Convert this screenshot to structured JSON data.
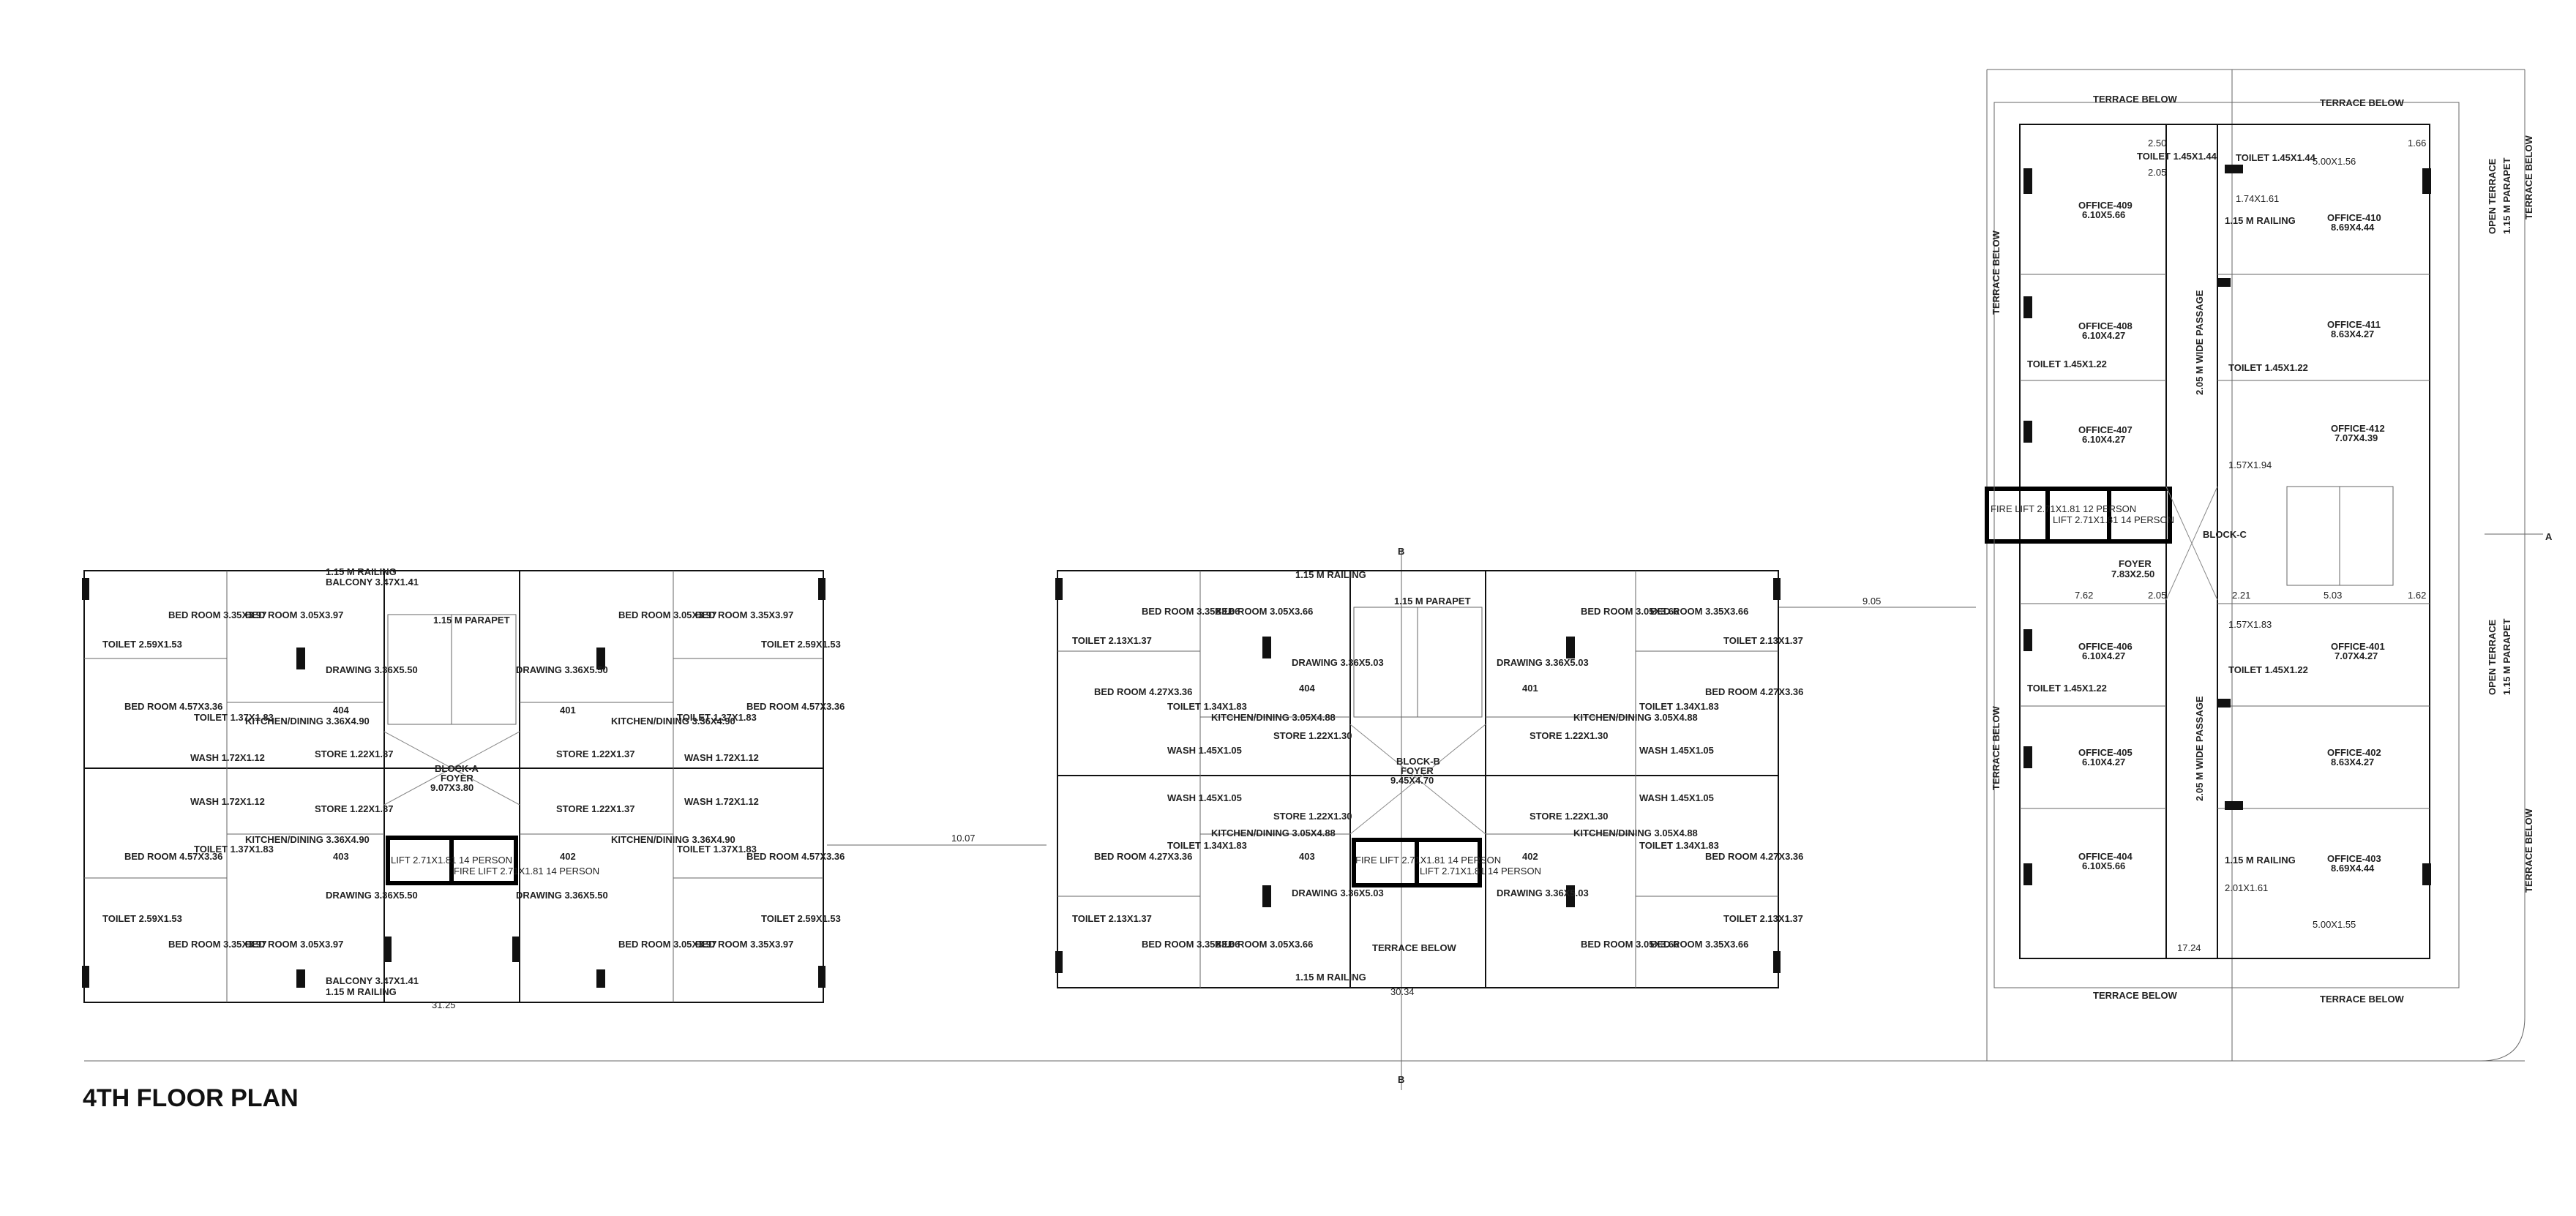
{
  "page_title": "4TH FLOOR PLAN",
  "section_marker": "B",
  "axis_marker": "A",
  "dimensions": {
    "between_blocks_ab": "10.07",
    "between_blocks_bc": "9.05",
    "block_a_width": "31.25",
    "block_b_width": "30.34",
    "block_c_width": "17.24"
  },
  "block_a": {
    "label": "BLOCK-A",
    "foyer": "FOYER",
    "foyer_size": "9.07X3.80",
    "parapet": "1.15 M PARAPET",
    "railing_top": "1.15 M RAILING",
    "railing_bottom": "1.15 M RAILING",
    "balcony_top": "BALCONY 3.47X1.41",
    "balcony_bottom": "BALCONY 3.47X1.41",
    "lift": "LIFT 2.71X1.81 14 PERSON",
    "fire_lift": "FIRE LIFT 2.71X1.81 14 PERSON",
    "units": [
      {
        "no": "404",
        "bed1": "BED ROOM 3.35X3.97",
        "bed2": "BED ROOM 3.05X3.97",
        "bed3": "BED ROOM 4.57X3.36",
        "drawing": "DRAWING 3.36X5.50",
        "kitchen": "KITCHEN/DINING 3.36X4.90",
        "toilet1": "TOILET 2.59X1.53",
        "toilet2": "TOILET 1.37X1.83",
        "store": "STORE 1.22X1.37",
        "wash": "WASH 1.72X1.12"
      },
      {
        "no": "401",
        "bed1": "BED ROOM 3.05X3.97",
        "bed2": "BED ROOM 3.35X3.97",
        "bed3": "BED ROOM 4.57X3.36",
        "drawing": "DRAWING 3.36X5.50",
        "kitchen": "KITCHEN/DINING 3.36X4.90",
        "toilet1": "TOILET 2.59X1.53",
        "toilet2": "TOILET 1.37X1.83",
        "store": "STORE 1.22X1.37",
        "wash": "WASH 1.72X1.12"
      },
      {
        "no": "403",
        "bed1": "BED ROOM 4.57X3.36",
        "bed2": "BED ROOM 3.35X3.97",
        "bed3": "BED ROOM 3.05X3.97",
        "drawing": "DRAWING 3.36X5.50",
        "kitchen": "KITCHEN/DINING 3.36X4.90",
        "toilet1": "TOILET 2.59X1.53",
        "toilet2": "TOILET 1.37X1.83",
        "store": "STORE 1.22X1.37",
        "wash": "WASH 1.72X1.12"
      },
      {
        "no": "402",
        "bed1": "BED ROOM 4.57X3.36",
        "bed2": "BED ROOM 3.05X3.97",
        "bed3": "BED ROOM 3.35X3.97",
        "drawing": "DRAWING 3.36X5.50",
        "kitchen": "KITCHEN/DINING 3.36X4.90",
        "toilet1": "TOILET 2.59X1.53",
        "toilet2": "TOILET 1.37X1.83",
        "store": "STORE 1.22X1.37",
        "wash": "WASH 1.72X1.12"
      }
    ]
  },
  "block_b": {
    "label": "BLOCK-B",
    "foyer": "FOYER",
    "foyer_size": "9.45X4.70",
    "parapet": "1.15 M PARAPET",
    "railing_top": "1.15 M RAILING",
    "railing_bottom": "1.15 M RAILING",
    "terrace_below": "TERRACE BELOW",
    "lift": "LIFT 2.71X1.81 14 PERSON",
    "fire_lift": "FIRE LIFT 2.71X1.81 14 PERSON",
    "units": [
      {
        "no": "404",
        "bed1": "BED ROOM 3.35X3.66",
        "bed2": "BED ROOM 3.05X3.66",
        "bed3": "BED ROOM 4.27X3.36",
        "drawing": "DRAWING 3.36X5.03",
        "kitchen": "KITCHEN/DINING 3.05X4.88",
        "toilet1": "TOILET 2.13X1.37",
        "toilet2": "TOILET 1.34X1.83",
        "store": "STORE 1.22X1.30",
        "wash": "WASH 1.45X1.05"
      },
      {
        "no": "401",
        "bed1": "BED ROOM 3.05X3.66",
        "bed2": "BED ROOM 3.35X3.66",
        "bed3": "BED ROOM 4.27X3.36",
        "drawing": "DRAWING 3.36X5.03",
        "kitchen": "KITCHEN/DINING 3.05X4.88",
        "toilet1": "TOILET 2.13X1.37",
        "toilet2": "TOILET 1.34X1.83",
        "store": "STORE 1.22X1.30",
        "wash": "WASH 1.45X1.05"
      },
      {
        "no": "403",
        "bed1": "BED ROOM 4.27X3.36",
        "bed2": "BED ROOM 3.35X3.66",
        "bed3": "BED ROOM 3.05X3.66",
        "drawing": "DRAWING 3.36X5.03",
        "kitchen": "KITCHEN/DINING 3.05X4.88",
        "toilet1": "TOILET 2.13X1.37",
        "toilet2": "TOILET 1.34X1.83",
        "store": "STORE 1.22X1.30",
        "wash": "WASH 1.45X1.05"
      },
      {
        "no": "402",
        "bed1": "BED ROOM 4.27X3.36",
        "bed2": "BED ROOM 3.05X3.66",
        "bed3": "BED ROOM 3.35X3.66",
        "drawing": "DRAWING 3.36X5.03",
        "kitchen": "KITCHEN/DINING 3.05X4.88",
        "toilet1": "TOILET 2.13X1.37",
        "toilet2": "TOILET 1.34X1.83",
        "store": "STORE 1.22X1.30",
        "wash": "WASH 1.45X1.05"
      }
    ]
  },
  "block_c": {
    "label": "BLOCK-C",
    "foyer": "FOYER",
    "foyer_size": "7.83X2.50",
    "passage": "2.05 M WIDE PASSAGE",
    "terrace_below": "TERRACE BELOW",
    "open_terrace": "OPEN TERRACE",
    "parapet": "1.15 M PARAPET",
    "railing": "1.15 M RAILING",
    "lift": "LIFT 2.71X1.81 14 PERSON",
    "fire_lift": "FIRE LIFT 2.71X1.81 12 PERSON",
    "offices_left": [
      {
        "name": "OFFICE-409",
        "size": "6.10X5.66"
      },
      {
        "name": "OFFICE-408",
        "size": "6.10X4.27"
      },
      {
        "name": "OFFICE-407",
        "size": "6.10X4.27"
      },
      {
        "name": "OFFICE-406",
        "size": "6.10X4.27"
      },
      {
        "name": "OFFICE-405",
        "size": "6.10X4.27"
      },
      {
        "name": "OFFICE-404",
        "size": "6.10X5.66"
      }
    ],
    "offices_right": [
      {
        "name": "OFFICE-410",
        "size": "8.69X4.44"
      },
      {
        "name": "OFFICE-411",
        "size": "8.63X4.27"
      },
      {
        "name": "OFFICE-412",
        "size": "7.07X4.39"
      },
      {
        "name": "OFFICE-401",
        "size": "7.07X4.27"
      },
      {
        "name": "OFFICE-402",
        "size": "8.63X4.27"
      },
      {
        "name": "OFFICE-403",
        "size": "8.69X4.44"
      }
    ],
    "toilet_small": "TOILET 1.45X1.22",
    "toilet_top": "TOILET 1.45X1.44",
    "dims": [
      "2.50",
      "2.05",
      "1.74X1.61",
      "5.00X1.56",
      "1.57X1.94",
      "1.57X1.83",
      "5.00X1.55",
      "2.01X1.61",
      "7.62",
      "5.03",
      "2.05",
      "2.21",
      "1.62",
      "1.66"
    ]
  }
}
